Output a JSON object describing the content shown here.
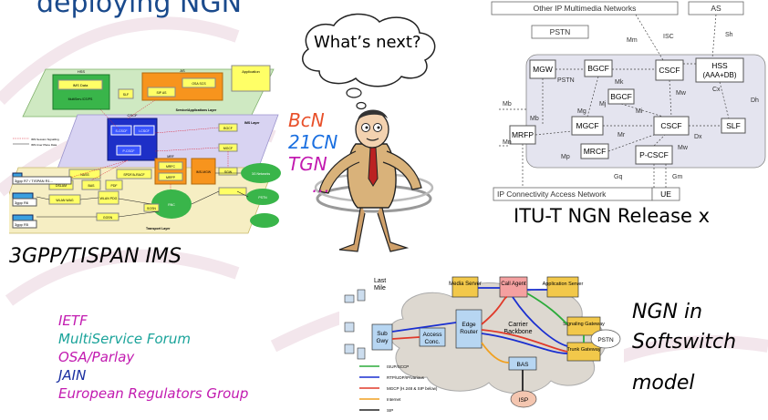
{
  "title": "deploying NGN",
  "bubble_text": "What’s next?",
  "variants": [
    {
      "label": "BcN",
      "color": "#e8502a"
    },
    {
      "label": "21CN",
      "color": "#1a6fe0"
    },
    {
      "label": "TGN",
      "color": "#c21bb0"
    },
    {
      "label": "…",
      "color": "#c21bb0"
    }
  ],
  "captions": {
    "ims": "3GPP/TISPAN IMS",
    "itu": "ITU-T NGN Release x",
    "softswitch_1": "NGN in",
    "softswitch_2": "Softswitch",
    "softswitch_3": "model"
  },
  "bodies": [
    {
      "label": "IETF",
      "color": "#c21bb0"
    },
    {
      "label": "MultiService Forum",
      "color": "#1aa39a"
    },
    {
      "label": "OSA/Parlay",
      "color": "#c21bb0"
    },
    {
      "label": "JAIN",
      "color": "#1a2fa0"
    },
    {
      "label": "European Regulators Group",
      "color": "#c21bb0"
    }
  ],
  "itu_diagram": {
    "other_ip": "Other IP Multimedia Networks",
    "as": "AS",
    "pstn": "PSTN",
    "mgw": "MGW",
    "bgcf1": "BGCF",
    "bgcf2": "BGCF",
    "cscf1": "CSCF",
    "hss_1": "HSS",
    "hss_2": "(AAA+DB)",
    "mgcf": "MGCF",
    "cscf2": "CSCF",
    "slf": "SLF",
    "mrfp": "MRFP",
    "mrcf": "MRCF",
    "pcscf": "P-CSCF",
    "ipcan": "IP Connectivity Access Network",
    "ue": "UE",
    "ref_labels": [
      "Mm",
      "ISC",
      "Sh",
      "PSTN",
      "Mk",
      "Mj",
      "Mw",
      "Cx",
      "Mi",
      "Mg",
      "Dh",
      "Mb",
      "Dx",
      "Mr",
      "Mp",
      "Mw",
      "Mb",
      "Gq",
      "Gm",
      "Mn"
    ]
  },
  "ims_diagram": {
    "hss": "HSS",
    "ims_data": "IMS Data",
    "multiservice": "MultiServ./CS/PS",
    "slf": "SLF",
    "as": "AS",
    "sip_as": "SIP AS",
    "osa_scs": "OSA SCS",
    "application": "Application",
    "service_layer": "Service/Applications Layer",
    "cscf": "CSCF",
    "s_cscf": "S-CSCF",
    "i_cscf": "I-CSCF",
    "p_cscf": "P-CSCF",
    "bgcf": "BGCF",
    "mgcf": "MGCF",
    "ims_layer": "IMS Layer",
    "nass": "NASS",
    "spdf": "SPDF/A-RACF",
    "dslam": "DSLAM",
    "bas": "BAS",
    "pdf": "PDF",
    "mrf": "MRF",
    "mrfc": "MRFC",
    "mrfp": "MRFP",
    "gw": "IMS-MGW",
    "sgw": "SGW",
    "other_nets": "3G Networks",
    "pstn": "PSTN",
    "wlan": "WLAN WAG",
    "wlan_pdg": "WLAN PDG",
    "ggsn": "GGSN",
    "rnc": "RNC",
    "sgsn": "SGSN",
    "transport_layer": "Transport Layer",
    "r7": "3gpp R7 / TISPAN R1...",
    "r6": "3gpp R6",
    "r5": "3gpp R5",
    "legend1": "IMS Session Signalling",
    "legend2": "IMS User Plane Data"
  },
  "softswitch": {
    "media_server": "Media Server",
    "call_agent": "Call Agent",
    "app_server": "Application Server",
    "signaling_gw": "Signaling Gateway",
    "trunk_gw": "Trunk Gateway",
    "last_mile_1": "Last",
    "last_mile_2": "Mile",
    "sub_gwy_1": "Sub",
    "sub_gwy_2": "Gwy",
    "access_conc_1": "Access",
    "access_conc_2": "Conc.",
    "edge_router_1": "Edge",
    "edge_router_2": "Router",
    "carrier_1": "Carrier",
    "carrier_2": "Backbone",
    "pstn": "PSTN",
    "bas": "BAS",
    "isp": "ISP",
    "legend": [
      "ISUP/SCCP",
      "RTP/UDP/IP/various",
      "MGCP (H.248 & SIP below)",
      "Internet",
      "SIP"
    ]
  }
}
